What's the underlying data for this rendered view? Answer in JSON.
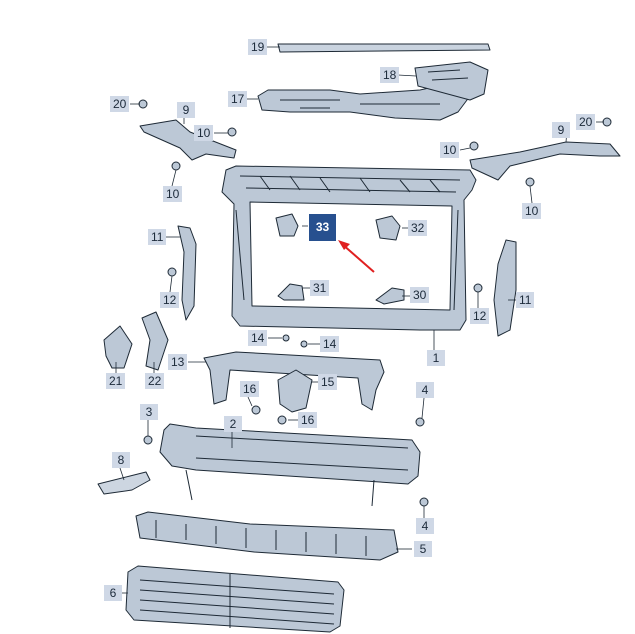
{
  "diagram": {
    "callouts": {
      "c1": "1",
      "c2": "2",
      "c3": "3",
      "c4a": "4",
      "c4b": "4",
      "c5": "5",
      "c6": "6",
      "c8": "8",
      "c9a": "9",
      "c9b": "9",
      "c10a": "10",
      "c10b": "10",
      "c10c": "10",
      "c10d": "10",
      "c11a": "11",
      "c11b": "11",
      "c12a": "12",
      "c12b": "12",
      "c13": "13",
      "c14a": "14",
      "c14b": "14",
      "c15": "15",
      "c16a": "16",
      "c16b": "16",
      "c17": "17",
      "c18": "18",
      "c19": "19",
      "c20a": "20",
      "c20b": "20",
      "c21": "21",
      "c22": "22",
      "c30": "30",
      "c31": "31",
      "c32": "32",
      "c33": "33"
    },
    "highlight_color": "#27508f",
    "callout_color": "#cfd8e6",
    "arrow_color": "#e02020"
  }
}
